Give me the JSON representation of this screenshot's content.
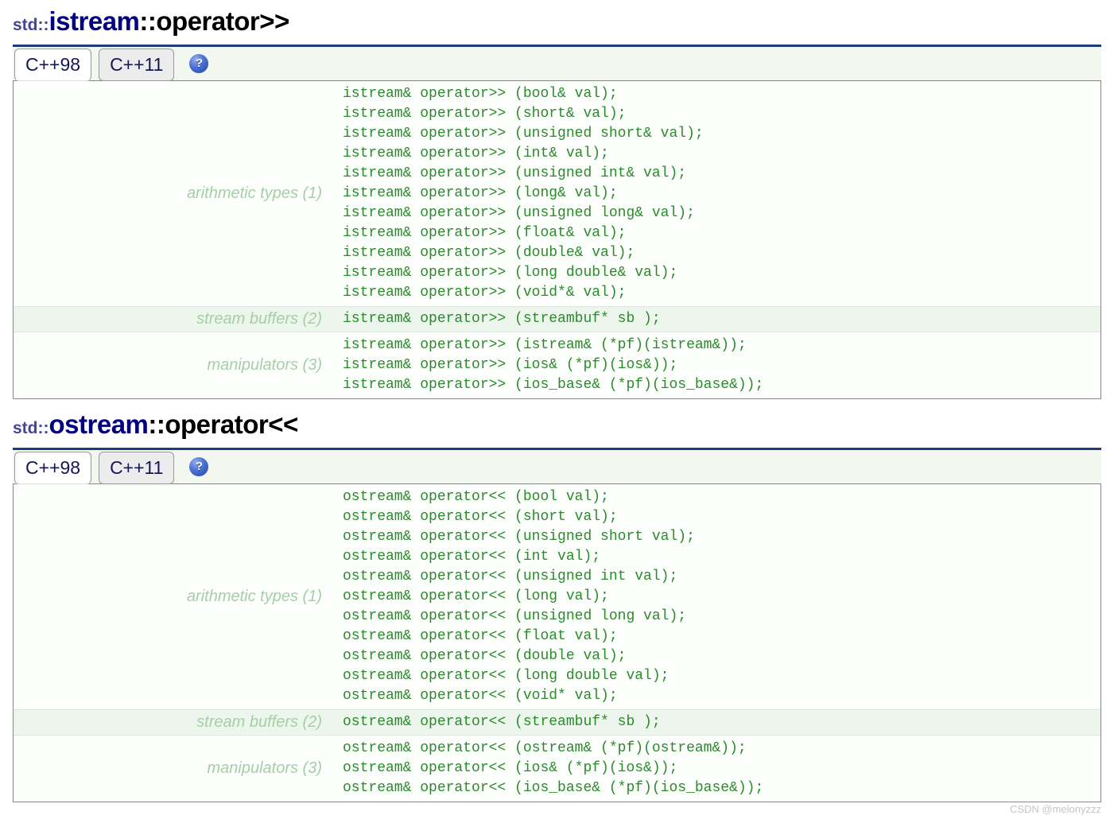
{
  "icons": {
    "help_glyph": "?"
  },
  "colors": {
    "accent_navy": "#1e3c78",
    "title_prefix_purple": "#44449c",
    "title_class_navy": "#000080",
    "title_member_black": "#000000",
    "code_green": "#2b8a2b",
    "label_green": "#a6cea6",
    "row_highlight_green": "#edf6ed",
    "help_icon_blue": "#4a6fd4"
  },
  "watermark": "CSDN @melonyzzz",
  "sections": [
    {
      "title_prefix": "std::",
      "title_class": "istream",
      "title_member": "::operator>>",
      "tabs": [
        {
          "label": "C++98",
          "active": true
        },
        {
          "label": "C++11",
          "active": false
        }
      ],
      "rows": [
        {
          "label": "arithmetic types (1)",
          "highlight": false,
          "lines": [
            "istream& operator>> (bool& val);",
            "istream& operator>> (short& val);",
            "istream& operator>> (unsigned short& val);",
            "istream& operator>> (int& val);",
            "istream& operator>> (unsigned int& val);",
            "istream& operator>> (long& val);",
            "istream& operator>> (unsigned long& val);",
            "istream& operator>> (float& val);",
            "istream& operator>> (double& val);",
            "istream& operator>> (long double& val);",
            "istream& operator>> (void*& val);"
          ]
        },
        {
          "label": "stream buffers (2)",
          "highlight": true,
          "lines": [
            "istream& operator>> (streambuf* sb );"
          ]
        },
        {
          "label": "manipulators (3)",
          "highlight": false,
          "lines": [
            "istream& operator>> (istream& (*pf)(istream&));",
            "istream& operator>> (ios& (*pf)(ios&));",
            "istream& operator>> (ios_base& (*pf)(ios_base&));"
          ]
        }
      ]
    },
    {
      "title_prefix": "std::",
      "title_class": "ostream",
      "title_member": "::operator<<",
      "tabs": [
        {
          "label": "C++98",
          "active": true
        },
        {
          "label": "C++11",
          "active": false
        }
      ],
      "rows": [
        {
          "label": "arithmetic types (1)",
          "highlight": false,
          "lines": [
            "ostream& operator<< (bool val);",
            "ostream& operator<< (short val);",
            "ostream& operator<< (unsigned short val);",
            "ostream& operator<< (int val);",
            "ostream& operator<< (unsigned int val);",
            "ostream& operator<< (long val);",
            "ostream& operator<< (unsigned long val);",
            "ostream& operator<< (float val);",
            "ostream& operator<< (double val);",
            "ostream& operator<< (long double val);",
            "ostream& operator<< (void* val);"
          ]
        },
        {
          "label": "stream buffers (2)",
          "highlight": true,
          "lines": [
            "ostream& operator<< (streambuf* sb );"
          ]
        },
        {
          "label": "manipulators (3)",
          "highlight": false,
          "lines": [
            "ostream& operator<< (ostream& (*pf)(ostream&));",
            "ostream& operator<< (ios& (*pf)(ios&));",
            "ostream& operator<< (ios_base& (*pf)(ios_base&));"
          ]
        }
      ]
    }
  ]
}
